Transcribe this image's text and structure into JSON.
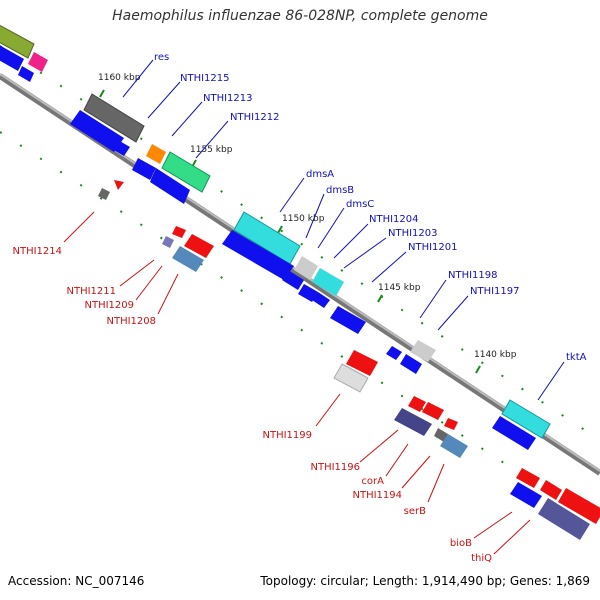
{
  "title": "Haemophilus influenzae 86-028NP, complete genome",
  "footer": {
    "accession": "Accession: NC_007146",
    "topology": "Topology: circular; Length: 1,914,490 bp; Genes: 1,869"
  },
  "colors": {
    "backbone": "#888888",
    "forward_label": "#1111bb",
    "reverse_label": "#cc1111",
    "tick": "#1a8a1a",
    "cds": "#1010ee",
    "rev_feature": "#ee1111"
  },
  "ticks": [
    {
      "label": "1160 kbp"
    },
    {
      "label": "1155 kbp"
    },
    {
      "label": "1150 kbp"
    },
    {
      "label": "1145 kbp"
    },
    {
      "label": "1140 kbp"
    }
  ],
  "forward_labels": [
    "res",
    "NTHI1215",
    "NTHI1213",
    "NTHI1212",
    "dmsA",
    "dmsB",
    "dmsC",
    "NTHI1204",
    "NTHI1203",
    "NTHI1201",
    "NTHI1198",
    "NTHI1197",
    "tktA"
  ],
  "reverse_labels": [
    "NTHI1214",
    "NTHI1211",
    "NTHI1209",
    "NTHI1208",
    "NTHI1199",
    "NTHI1196",
    "corA",
    "NTHI1194",
    "serB",
    "bioB",
    "thiQ"
  ]
}
